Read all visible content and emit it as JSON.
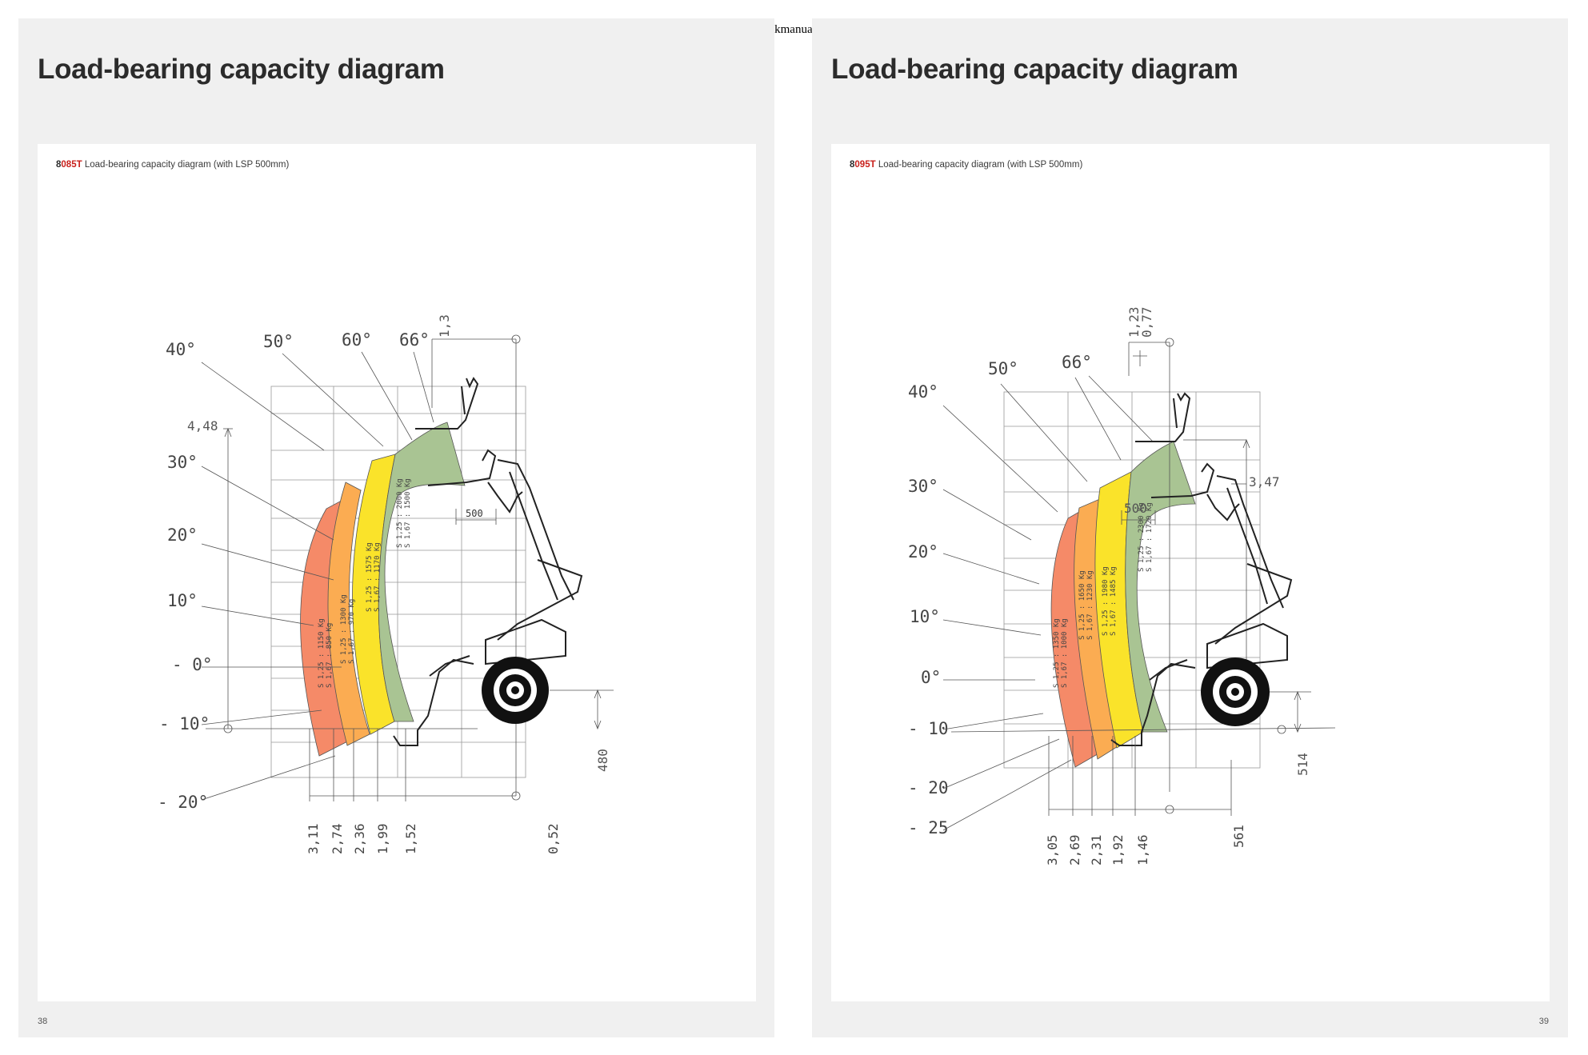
{
  "url": "https://truckmanualshub.com/",
  "pages": [
    {
      "title": "Load-bearing capacity diagram",
      "caption": {
        "model_prefix": "8",
        "model_suffix": "085T",
        "text": " Load-bearing capacity diagram (with LSP 500mm)"
      },
      "page_number": "38",
      "angles": [
        "40°",
        "50°",
        "60°",
        "66°",
        "30°",
        "20°",
        "10°",
        "- 0°",
        "- 10°",
        "- 20°"
      ],
      "top_dim": "1,3",
      "height_dim": "4,48",
      "lsp": "500",
      "wheel_dim": "480",
      "bottom_dims": [
        "3,11",
        "2,74",
        "2,36",
        "1,99",
        "1,52",
        "0,52"
      ],
      "bands": [
        {
          "color": "#f58a68",
          "line1": "S 1,25 : 1150 Kg",
          "line2": "S 1,67 : 850 Kg"
        },
        {
          "color": "#fbac52",
          "line1": "S 1,25 : 1300 Kg",
          "line2": "S 1,67 : 970 Kg"
        },
        {
          "color": "#fae32a",
          "line1": "S 1,25 : 1575 Kg",
          "line2": "S 1,67 : 1170 Kg"
        },
        {
          "color": "#a9c493",
          "line1": "S 1,25 : 2000 Kg",
          "line2": "S 1,67 : 1500 Kg"
        }
      ]
    },
    {
      "title": "Load-bearing capacity diagram",
      "caption": {
        "model_prefix": "8",
        "model_suffix": "095T",
        "text": " Load-bearing capacity diagram (with LSP 500mm)"
      },
      "page_number": "39",
      "angles": [
        "40°",
        "50°",
        "66°",
        "30°",
        "20°",
        "10°",
        "0°",
        "- 10",
        "- 20",
        "- 25"
      ],
      "top_dims": [
        "1,23",
        "0,77"
      ],
      "height_dim": "3,47",
      "lsp": "500",
      "wheel_dim": "514",
      "bottom_dims": [
        "3,05",
        "2,69",
        "2,31",
        "1,92",
        "1,46",
        "561"
      ],
      "bands": [
        {
          "color": "#f58a68",
          "line1": "S 1,25 : 1350 Kg",
          "line2": "S 1,67 : 1000 Kg"
        },
        {
          "color": "#fbac52",
          "line1": "S 1,25 : 1650 Kg",
          "line2": "S 1,67 : 1230 Kg"
        },
        {
          "color": "#fae32a",
          "line1": "S 1,25 : 1980 Kg",
          "line2": "S 1,67 : 1485 Kg"
        },
        {
          "color": "#a9c493",
          "line1": "S 1,25 : 2300 Kg",
          "line2": "S 1,67 : 1720 Kg"
        }
      ]
    }
  ]
}
